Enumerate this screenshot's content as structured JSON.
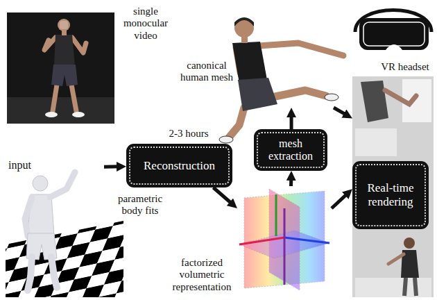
{
  "diagram": {
    "nodes": [
      {
        "text": [
          "input"
        ]
      },
      {
        "text": [
          "single monocular video"
        ],
        "in": 0
      },
      {
        "text": [
          "parametric body fits"
        ],
        "in": 0
      },
      {
        "text": [
          "Reconstruction"
        ]
      },
      {
        "text": [
          "canonical human mesh"
        ]
      },
      {
        "text": [
          "mesh extraction"
        ]
      },
      {
        "text": [
          "factorized volumetric representation"
        ]
      },
      {
        "text": [
          "VR headset"
        ]
      },
      {
        "text": [
          "Real-time rendering"
        ],
        "in": 7
      }
    ],
    "edges": [
      {
        "from": 0,
        "to": 3,
        "arrow": "to"
      },
      {
        "from": 3,
        "to": 6,
        "arrow": "to"
      },
      {
        "from": 6,
        "to": 5,
        "arrow": "to"
      },
      {
        "from": 5,
        "to": 4,
        "arrow": "to"
      },
      {
        "from": 4,
        "to": 7,
        "arrow": "to"
      },
      {
        "from": 6,
        "to": 8,
        "arrow": "to"
      }
    ],
    "labels": [
      "2-3 hours"
    ]
  }
}
